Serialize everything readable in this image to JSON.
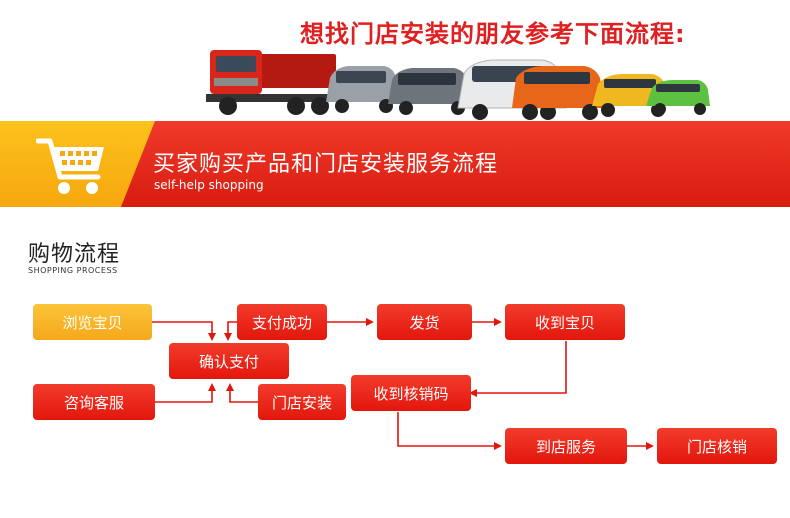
{
  "banner": {
    "title": "想找门店安装的朋友参考下面流程:",
    "vehicles_icon": "vehicles-illustration"
  },
  "header_band": {
    "title": "买家购买产品和门店安装服务流程",
    "subtitle": "self-help shopping",
    "icon": "shopping-cart-icon"
  },
  "section": {
    "title": "购物流程",
    "subtitle": "SHOPPING PROCESS"
  },
  "flow": {
    "browse": "浏览宝贝",
    "consult": "咨询客服",
    "confirm_pay": "确认支付",
    "pay_success": "支付成功",
    "store_install": "门店安装",
    "ship": "发货",
    "receive": "收到宝贝",
    "receive_code": "收到核销码",
    "store_service": "到店服务",
    "store_verify": "门店核销"
  },
  "colors": {
    "accent_red": "#e3160c",
    "accent_yellow": "#f7a70f",
    "arrow_red": "#e3160c"
  }
}
